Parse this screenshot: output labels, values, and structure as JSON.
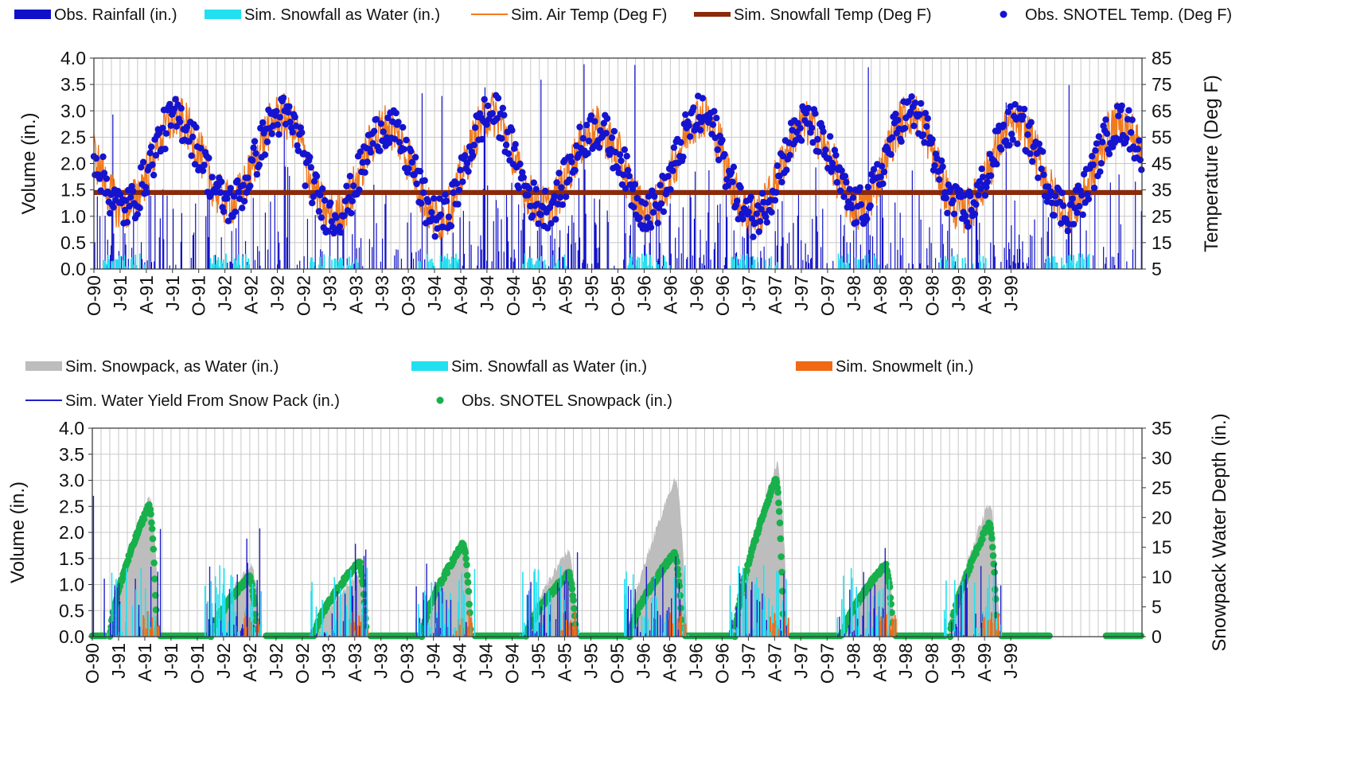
{
  "colors": {
    "obs_rainfall": "#1010c8",
    "sim_snowfall": "#22e0f0",
    "sim_air_temp": "#f07a1e",
    "sim_snowfall_temp": "#8b2a0a",
    "obs_snotel_temp": "#1414d0",
    "snowpack_fill": "#bdbdbd",
    "snowmelt": "#f06a14",
    "water_yield": "#2020c8",
    "obs_snowpack": "#18b04a",
    "grid": "#c8c8c8"
  },
  "chart_data": [
    {
      "type": "line",
      "legend": [
        {
          "label": "Obs. Rainfall (in.)",
          "marker": "bar",
          "color": "#1010c8"
        },
        {
          "label": "Sim. Snowfall as Water (in.)",
          "marker": "bar",
          "color": "#22e0f0"
        },
        {
          "label": "Sim. Air Temp (Deg F)",
          "marker": "line",
          "color": "#f07a1e"
        },
        {
          "label": "Sim. Snowfall Temp (Deg F)",
          "marker": "thickline",
          "color": "#8b2a0a"
        },
        {
          "label": "Obs. SNOTEL Temp. (Deg F)",
          "marker": "dot",
          "color": "#1414d0"
        }
      ],
      "ylabel": "Volume (in.)",
      "y2label": "Temperature (Deg F)",
      "ylim": [
        0,
        4
      ],
      "yticks": [
        "0.0",
        "0.5",
        "1.0",
        "1.5",
        "2.0",
        "2.5",
        "3.0",
        "3.5",
        "4.0"
      ],
      "y2lim": [
        5,
        85
      ],
      "y2ticks": [
        "5",
        "15",
        "25",
        "35",
        "45",
        "55",
        "65",
        "75",
        "85"
      ],
      "x_tick_labels": [
        "O-90",
        "J-91",
        "A-91",
        "J-91",
        "O-91",
        "J-92",
        "A-92",
        "J-92",
        "O-92",
        "J-93",
        "A-93",
        "J-93",
        "O-93",
        "J-94",
        "A-94",
        "J-94",
        "O-94",
        "J-95",
        "A-95",
        "J-95",
        "O-95",
        "J-96",
        "A-96",
        "J-96",
        "O-96",
        "J-97",
        "A-97",
        "J-97",
        "O-97",
        "J-98",
        "A-98",
        "J-98",
        "O-98",
        "J-99",
        "A-99",
        "J-99"
      ],
      "snowfall_temp": 34,
      "temp_annual_cycle": [
        {
          "low": 28,
          "high": 62
        },
        {
          "low": 30,
          "high": 63
        },
        {
          "low": 25,
          "high": 59
        },
        {
          "low": 24,
          "high": 64
        },
        {
          "low": 28,
          "high": 58
        },
        {
          "low": 27,
          "high": 63
        },
        {
          "low": 25,
          "high": 60
        },
        {
          "low": 28,
          "high": 64
        },
        {
          "low": 27,
          "high": 60
        }
      ]
    },
    {
      "type": "area",
      "legend": [
        {
          "label": "Sim. Snowpack, as Water (in.)",
          "marker": "bar",
          "color": "#bdbdbd"
        },
        {
          "label": "Sim. Snowfall as Water (in.)",
          "marker": "bar",
          "color": "#22e0f0"
        },
        {
          "label": "Sim. Snowmelt (in.)",
          "marker": "bar",
          "color": "#f06a14"
        },
        {
          "label": "Sim. Water Yield From Snow Pack (in.)",
          "marker": "line",
          "color": "#2020c8"
        },
        {
          "label": "Obs. SNOTEL Snowpack (in.)",
          "marker": "dot",
          "color": "#18b04a"
        }
      ],
      "ylabel": "Volume (in.)",
      "y2label": "Snowpack Water Depth (in.)",
      "ylim": [
        0,
        4
      ],
      "yticks": [
        "0.0",
        "0.5",
        "1.0",
        "1.5",
        "2.0",
        "2.5",
        "3.0",
        "3.5",
        "4.0"
      ],
      "y2lim": [
        0,
        35
      ],
      "y2ticks": [
        "0",
        "5",
        "10",
        "15",
        "20",
        "25",
        "30",
        "35"
      ],
      "x_tick_labels": [
        "O-90",
        "J-91",
        "A-91",
        "J-91",
        "O-91",
        "J-92",
        "A-92",
        "J-92",
        "O-92",
        "J-93",
        "A-93",
        "J-93",
        "O-93",
        "J-94",
        "A-94",
        "J-94",
        "O-94",
        "J-95",
        "A-95",
        "J-95",
        "O-95",
        "J-96",
        "A-96",
        "J-96",
        "O-96",
        "J-97",
        "A-97",
        "J-97",
        "O-97",
        "J-98",
        "A-98",
        "J-98",
        "O-98",
        "J-99",
        "A-99",
        "J-99"
      ],
      "snowpack_seasons": [
        {
          "season": "1990-91",
          "sim_peak_in": 23.5,
          "obs_peak_in": 22
        },
        {
          "season": "1991-92",
          "sim_peak_in": 12,
          "obs_peak_in": 10
        },
        {
          "season": "1992-93",
          "sim_peak_in": 10.5,
          "obs_peak_in": 12.5
        },
        {
          "season": "1993-94",
          "sim_peak_in": 15.5,
          "obs_peak_in": 15.5
        },
        {
          "season": "1994-95",
          "sim_peak_in": 14.5,
          "obs_peak_in": 10.5
        },
        {
          "season": "1995-96",
          "sim_peak_in": 26.5,
          "obs_peak_in": 14
        },
        {
          "season": "1996-97",
          "sim_peak_in": 29,
          "obs_peak_in": 26.5
        },
        {
          "season": "1997-98",
          "sim_peak_in": 12.5,
          "obs_peak_in": 12
        },
        {
          "season": "1998-99",
          "sim_peak_in": 22.5,
          "obs_peak_in": 19
        }
      ]
    }
  ]
}
